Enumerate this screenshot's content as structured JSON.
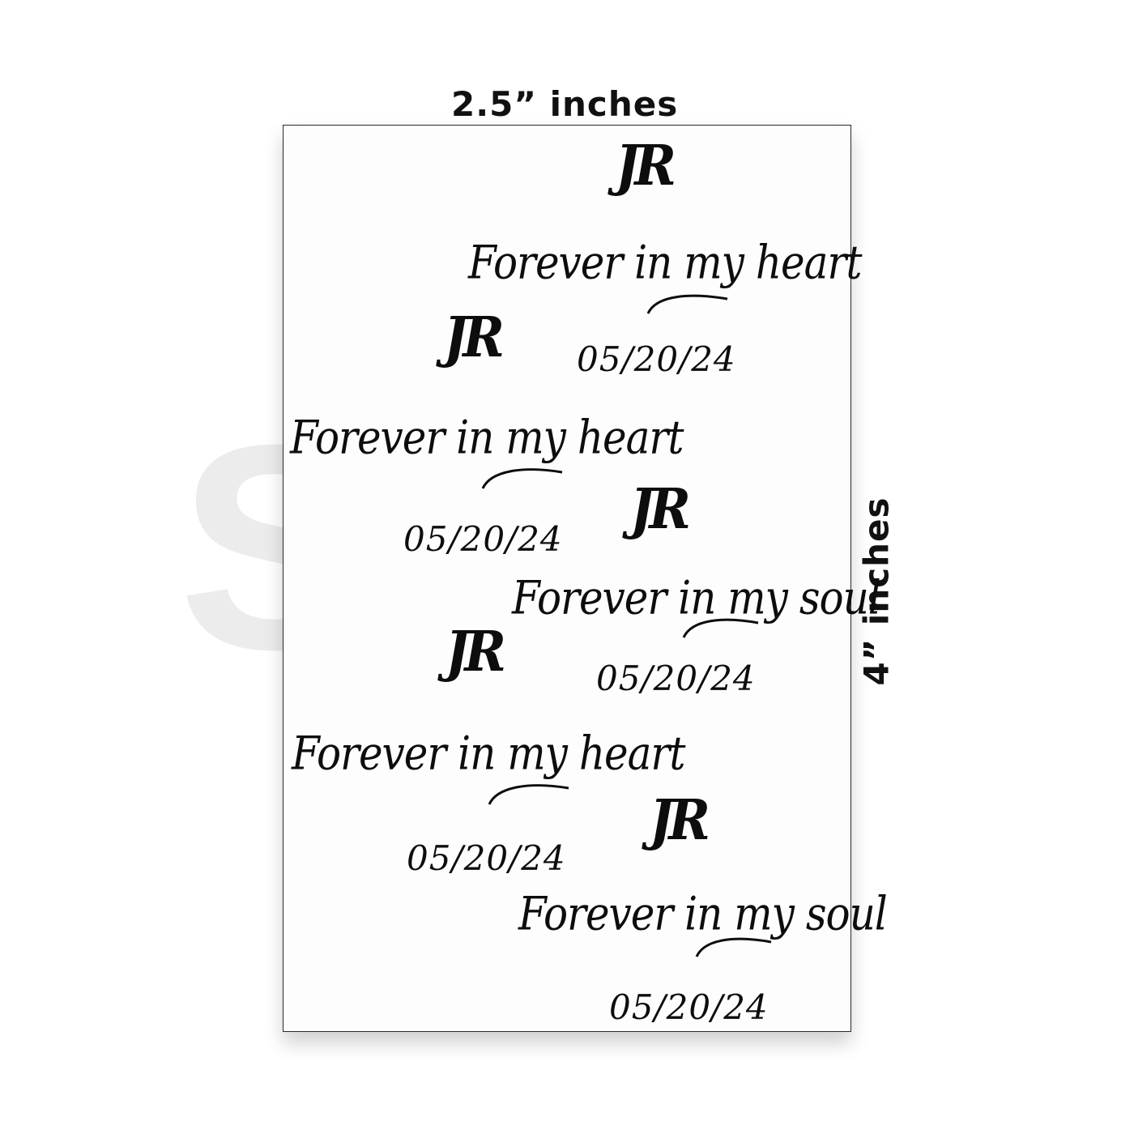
{
  "dimensions": {
    "width_label": "2.5” inches",
    "height_label": "4” inches"
  },
  "watermark": {
    "text": "SY"
  },
  "sheet": {
    "items": [
      {
        "type": "initials",
        "text": "JR"
      },
      {
        "type": "phrase",
        "text": "Forever in my heart"
      },
      {
        "type": "initials",
        "text": "JR"
      },
      {
        "type": "date",
        "text": "05/20/24"
      },
      {
        "type": "phrase",
        "text": "Forever in my heart"
      },
      {
        "type": "date",
        "text": "05/20/24"
      },
      {
        "type": "initials",
        "text": "JR"
      },
      {
        "type": "phrase",
        "text": "Forever in my soul"
      },
      {
        "type": "initials",
        "text": "JR"
      },
      {
        "type": "date",
        "text": "05/20/24"
      },
      {
        "type": "phrase",
        "text": "Forever in my heart"
      },
      {
        "type": "initials",
        "text": "JR"
      },
      {
        "type": "date",
        "text": "05/20/24"
      },
      {
        "type": "phrase",
        "text": "Forever in my soul"
      },
      {
        "type": "date",
        "text": "05/20/24"
      }
    ]
  },
  "colors": {
    "ink": "#0d0d0d",
    "sheet_border": "#2a2a2a",
    "watermark": "#cccccc"
  }
}
